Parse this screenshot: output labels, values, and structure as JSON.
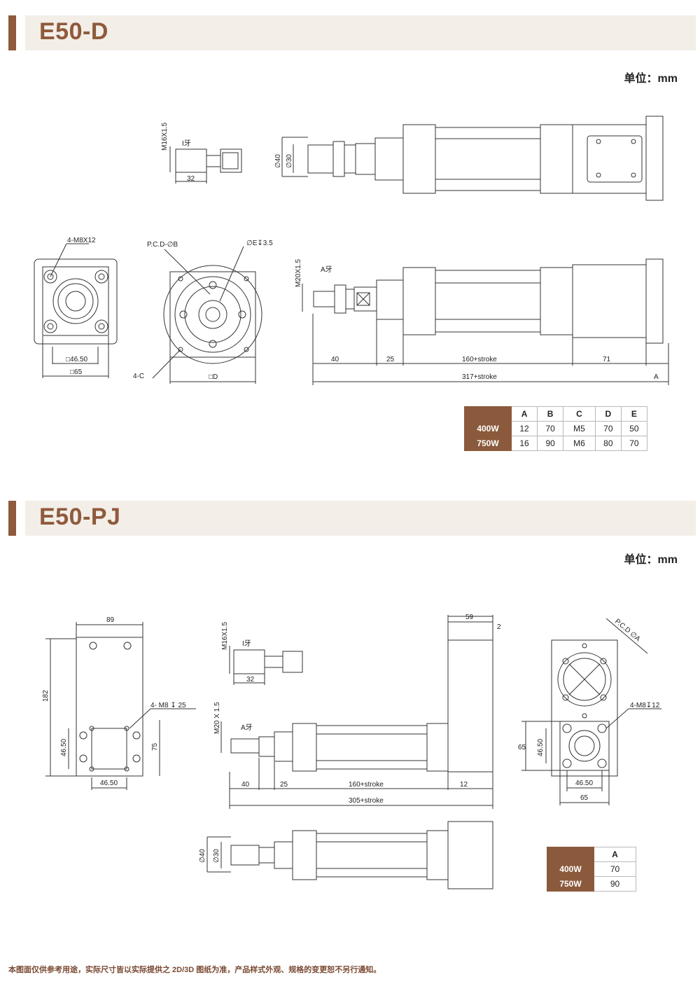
{
  "sections": [
    {
      "title": "E50-D",
      "unit": "单位：mm"
    },
    {
      "title": "E50-PJ",
      "unit": "单位：mm"
    }
  ],
  "table1": {
    "headers": [
      "A",
      "B",
      "C",
      "D",
      "E"
    ],
    "rows": [
      {
        "label": "400W",
        "values": [
          "12",
          "70",
          "M5",
          "70",
          "50"
        ]
      },
      {
        "label": "750W",
        "values": [
          "16",
          "90",
          "M6",
          "80",
          "70"
        ]
      }
    ]
  },
  "table2": {
    "headers": [
      "A"
    ],
    "rows": [
      {
        "label": "400W",
        "values": [
          "70"
        ]
      },
      {
        "label": "750W",
        "values": [
          "90"
        ]
      }
    ]
  },
  "labels": {
    "m16": "M16X1.5",
    "yi": "I牙",
    "d32": "32",
    "phi40": "∅40",
    "phi30": "∅30",
    "m8x12": "4-M8X12",
    "pcd_b": "P.C.D-∅B",
    "phi_e": "∅E↧3.5",
    "m20": "M20X1.5",
    "a_ya": "A牙",
    "sq4650": "□46.50",
    "sq65": "□65",
    "c4": "4-C",
    "sqd": "□D",
    "d40": "40",
    "d25": "25",
    "stroke160": "160+stroke",
    "d71": "71",
    "stroke317": "317+stroke",
    "dim_a": "A",
    "d89": "89",
    "d182": "182",
    "m8_25": "4- M8 ↧ 25",
    "d4650": "46.50",
    "d75": "75",
    "d4650b": "46.50",
    "d59": "59",
    "d2": "2",
    "m16b": "M16X1.5",
    "yib": "I牙",
    "d32b": "32",
    "m20b": "M20 X 1.5",
    "a_yab": "A牙",
    "d40b": "40",
    "d25b": "25",
    "stroke160b": "160+stroke",
    "d12": "12",
    "stroke305": "305+stroke",
    "phi40b": "∅40",
    "phi30b": "∅30",
    "pcd_a": "P.C.D ∅A",
    "m8_12": "4-M8↧12",
    "d65": "65",
    "d4650c": "46.50",
    "d4650d": "46.50",
    "d65b": "65"
  },
  "footer": "本图面仅供参考用途，实际尺寸皆以实际提供之 2D/3D 图纸为准，产品样式外观、规格的变更恕不另行通知。"
}
